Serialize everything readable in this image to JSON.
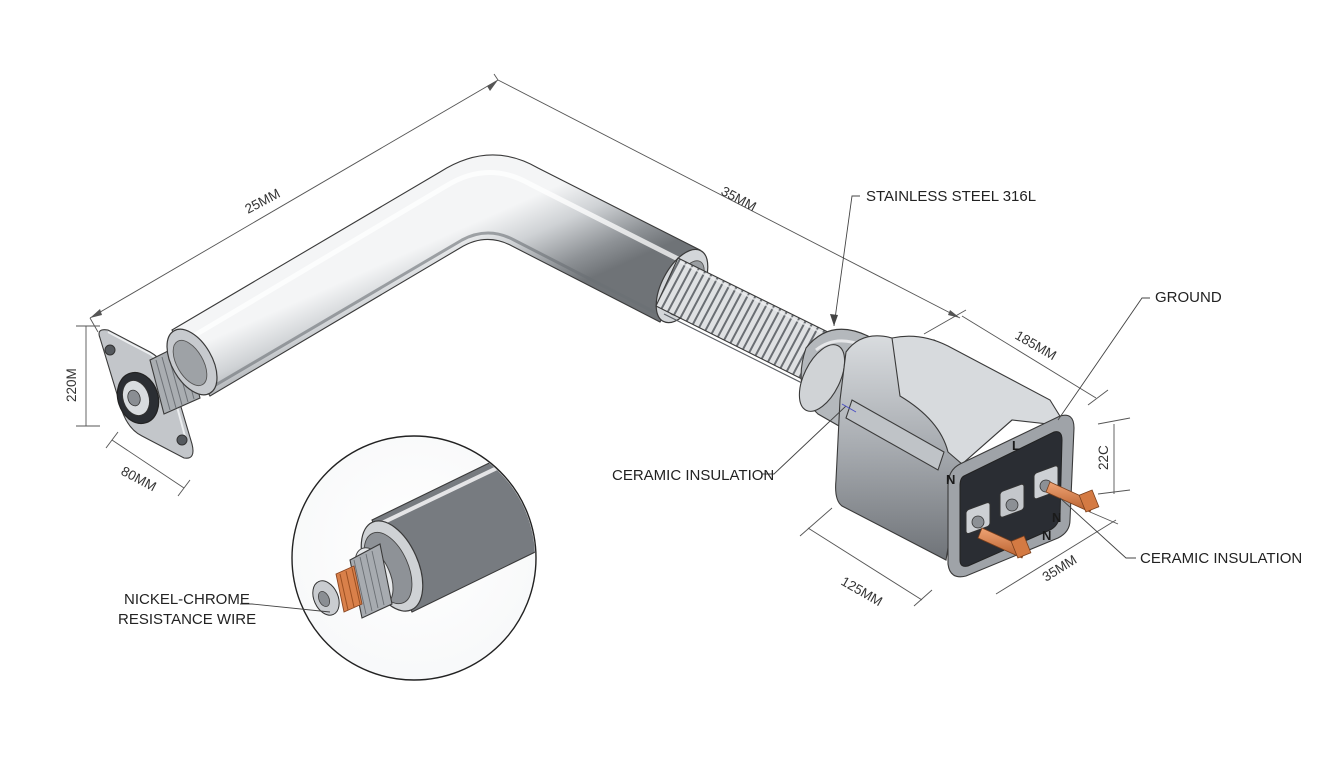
{
  "labels": {
    "stainless": "STAINLESS STEEL 316L",
    "ground": "GROUND",
    "ceramic_left": "CERAMIC INSULATION",
    "ceramic_right": "CERAMIC INSULATION",
    "nichrome_line1": "NICKEL-CHROME",
    "nichrome_line2": "RESISTANCE WIRE"
  },
  "dimensions": {
    "upper_long": "25MM",
    "upper_right": "35MM",
    "flange_height": "220M",
    "flange_width": "80MM",
    "housing_top": "185MM",
    "housing_side": "22C",
    "housing_bottom": "125MM",
    "terminal_bottom": "35MM"
  },
  "terminals": {
    "n_left": "N",
    "l_top": "L",
    "n_right": "N",
    "n_lower": "N"
  },
  "colors": {
    "steel_dark": "#7d8186",
    "steel_mid": "#b9bcc0",
    "steel_light": "#eef0f2",
    "copper": "#d9804a",
    "insulator": "#2a2d33",
    "line": "#444444"
  }
}
